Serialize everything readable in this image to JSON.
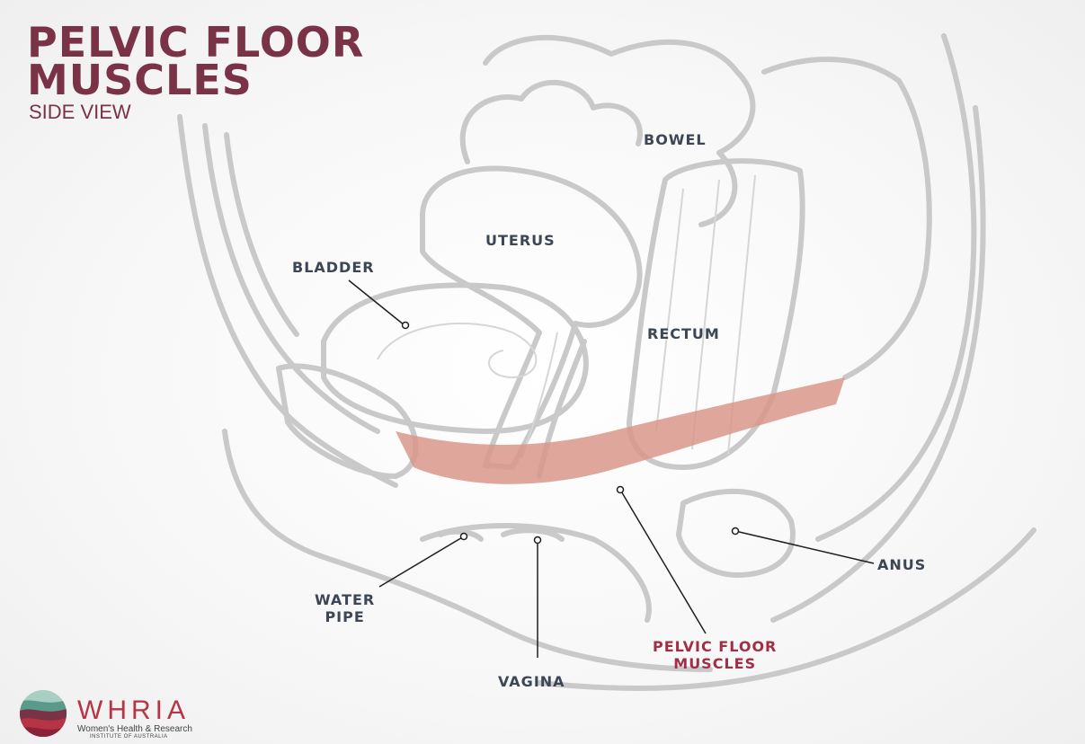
{
  "title": {
    "line1": "PELVIC FLOOR",
    "line2": "MUSCLES",
    "subtitle": "SIDE VIEW"
  },
  "labels": {
    "bowel": "BOWEL",
    "uterus": "UTERUS",
    "bladder": "BLADDER",
    "rectum": "RECTUM",
    "anus": "ANUS",
    "water_pipe_line1": "WATER",
    "water_pipe_line2": "PIPE",
    "vagina": "VAGINA",
    "pelvic_floor_line1": "PELVIC FLOOR",
    "pelvic_floor_line2": "MUSCLES"
  },
  "logo": {
    "name": "WHRIA",
    "line1": "Women's Health & Research",
    "line2": "INSTITUTE OF AUSTRALIA"
  },
  "colors": {
    "title": "#7a3346",
    "label": "#3c4654",
    "accent_label": "#a12e45",
    "muscle": "#d9988a",
    "outline": "#c8c8c8"
  }
}
